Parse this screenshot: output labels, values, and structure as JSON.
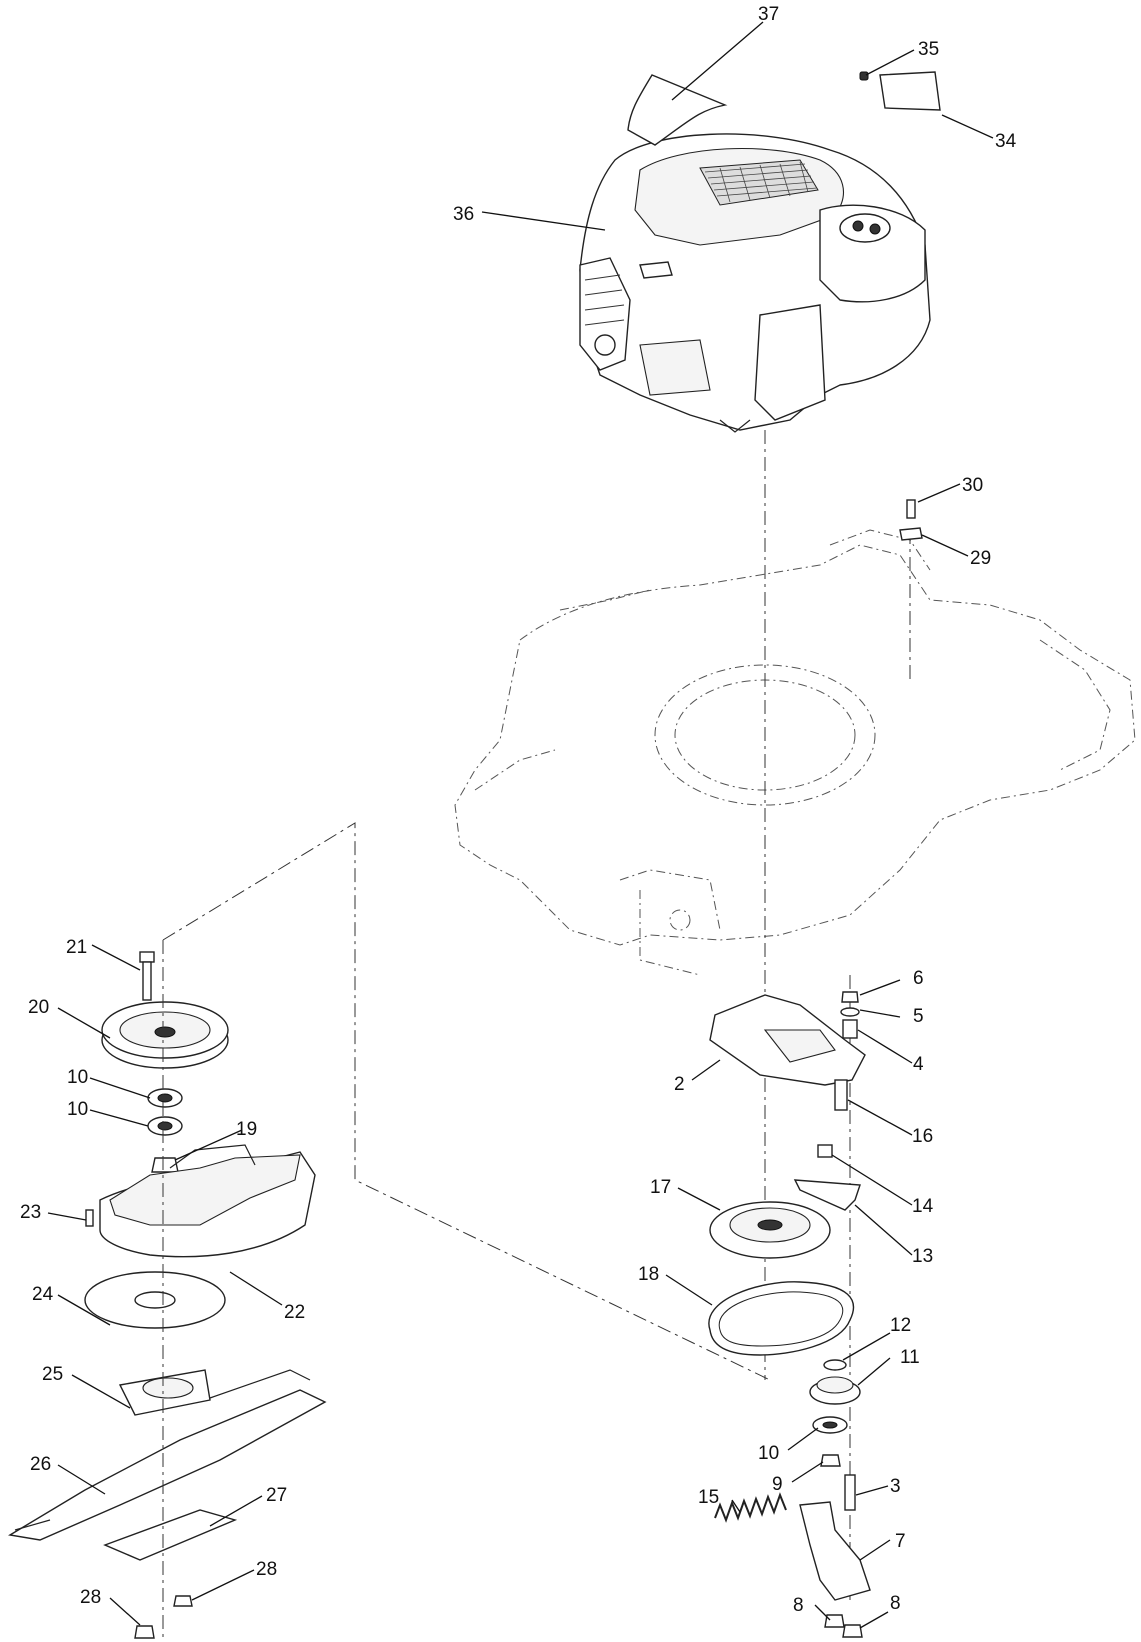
{
  "callouts": [
    {
      "id": "37",
      "label": "37"
    },
    {
      "id": "35",
      "label": "35"
    },
    {
      "id": "34",
      "label": "34"
    },
    {
      "id": "36",
      "label": "36"
    },
    {
      "id": "30",
      "label": "30"
    },
    {
      "id": "29",
      "label": "29"
    },
    {
      "id": "21",
      "label": "21"
    },
    {
      "id": "20",
      "label": "20"
    },
    {
      "id": "10a",
      "label": "10"
    },
    {
      "id": "10b",
      "label": "10"
    },
    {
      "id": "19",
      "label": "19"
    },
    {
      "id": "23",
      "label": "23"
    },
    {
      "id": "22",
      "label": "22"
    },
    {
      "id": "24",
      "label": "24"
    },
    {
      "id": "25",
      "label": "25"
    },
    {
      "id": "26",
      "label": "26"
    },
    {
      "id": "27",
      "label": "27"
    },
    {
      "id": "28a",
      "label": "28"
    },
    {
      "id": "28b",
      "label": "28"
    },
    {
      "id": "6",
      "label": "6"
    },
    {
      "id": "5",
      "label": "5"
    },
    {
      "id": "4",
      "label": "4"
    },
    {
      "id": "2",
      "label": "2"
    },
    {
      "id": "16",
      "label": "16"
    },
    {
      "id": "14",
      "label": "14"
    },
    {
      "id": "17",
      "label": "17"
    },
    {
      "id": "13",
      "label": "13"
    },
    {
      "id": "18",
      "label": "18"
    },
    {
      "id": "12",
      "label": "12"
    },
    {
      "id": "11",
      "label": "11"
    },
    {
      "id": "10c",
      "label": "10"
    },
    {
      "id": "9",
      "label": "9"
    },
    {
      "id": "3",
      "label": "3"
    },
    {
      "id": "15",
      "label": "15"
    },
    {
      "id": "7",
      "label": "7"
    },
    {
      "id": "8a",
      "label": "8"
    },
    {
      "id": "8b",
      "label": "8"
    }
  ]
}
